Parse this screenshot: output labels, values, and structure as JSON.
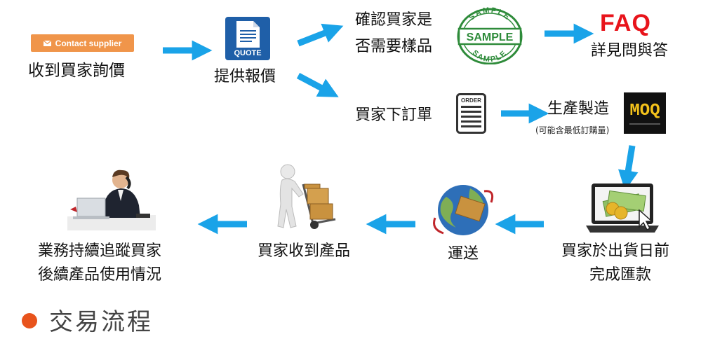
{
  "colors": {
    "arrow": "#1aa3e8",
    "accent_orange": "#f0954a",
    "faq_red": "#e8141b",
    "sample_green": "#2e8b3a",
    "legend_dot": "#e8531c"
  },
  "contact_button": {
    "label": "Contact supplier",
    "icon": "envelope-icon"
  },
  "quote_icon": {
    "label": "QUOTE"
  },
  "order_icon": {
    "label": "ORDER"
  },
  "sample_stamp": {
    "top": "SAMPLE",
    "center": "SAMPLE",
    "bottom": "SAMPLE"
  },
  "faq": {
    "title": "FAQ",
    "caption": "詳見問與答"
  },
  "moq": {
    "label": "MOQ"
  },
  "steps": {
    "receive_inquiry": "收到買家詢價",
    "provide_quote": "提供報價",
    "confirm_sample_line1": "確認買家是",
    "confirm_sample_line2": "否需要樣品",
    "buyer_order": "買家下訂單",
    "production": "生產製造",
    "production_note": "(可能含最低訂購量)",
    "payment_line1": "買家於出貨日前",
    "payment_line2": "完成匯款",
    "shipping": "運送",
    "receive_product": "買家收到產品",
    "followup_line1": "業務持續追蹤買家",
    "followup_line2": "後續產品使用情況"
  },
  "legend": {
    "title": "交易流程"
  }
}
